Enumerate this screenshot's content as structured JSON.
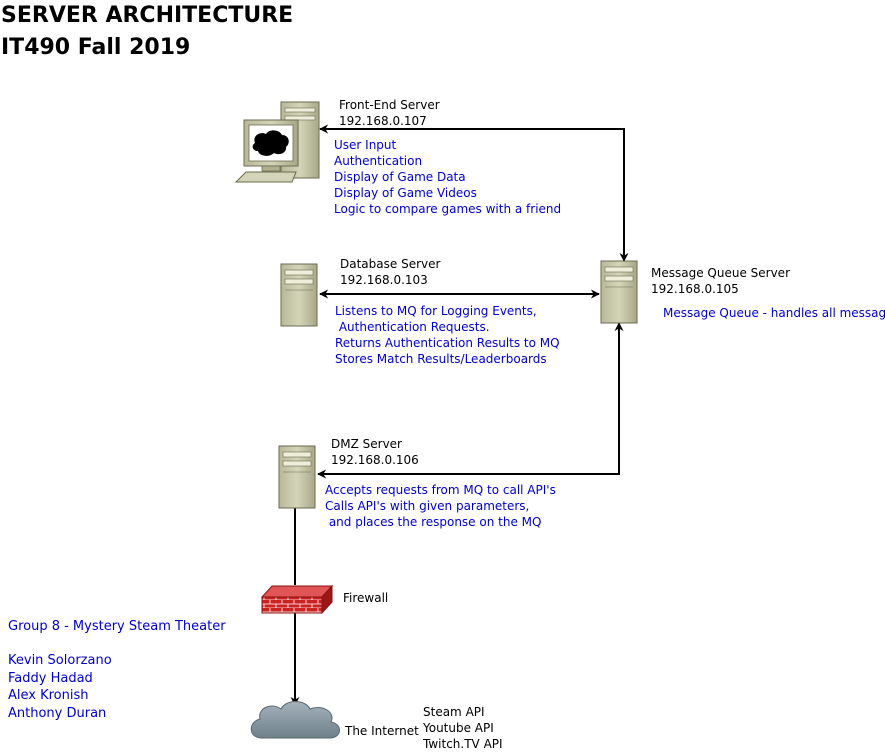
{
  "title": {
    "line1": "SERVER ARCHITECTURE",
    "line2": "IT490 Fall 2019"
  },
  "colors": {
    "text": "#000000",
    "description": "#0000cc",
    "server_body": "#c8c8a8",
    "firewall": "#cc2222",
    "cloud": "#8a9ba5"
  },
  "front_end": {
    "name": "Front-End Server",
    "ip": "192.168.0.107",
    "icon": "desktop-computer-icon",
    "desc": [
      "User Input",
      "Authentication",
      "Display of Game Data",
      "Display of Game Videos",
      "Logic to compare games with a friend"
    ]
  },
  "database": {
    "name": "Database Server",
    "ip": "192.168.0.103",
    "icon": "server-tower-icon",
    "desc": [
      "Listens to MQ for Logging Events,",
      " Authentication Requests.",
      "Returns Authentication Results to MQ",
      "Stores Match Results/Leaderboards"
    ]
  },
  "message_queue": {
    "name": "Message Queue Server",
    "ip": "192.168.0.105",
    "icon": "server-tower-icon",
    "desc": "Message Queue - handles all messages"
  },
  "dmz": {
    "name": "DMZ Server",
    "ip": "192.168.0.106",
    "icon": "server-tower-icon",
    "desc": [
      "Accepts requests from MQ to call API's",
      "Calls API's with given parameters,",
      " and places the response on the MQ"
    ]
  },
  "firewall": {
    "label": "Firewall",
    "icon": "firewall-icon"
  },
  "internet": {
    "label": "The Internet",
    "icon": "cloud-icon",
    "apis": [
      "Steam API",
      "Youtube API",
      "Twitch.TV API"
    ]
  },
  "group": {
    "name": "Group 8 - Mystery Steam Theater",
    "members": [
      "Kevin Solorzano",
      "Faddy Hadad",
      "Alex Kronish",
      "Anthony Duran"
    ]
  }
}
